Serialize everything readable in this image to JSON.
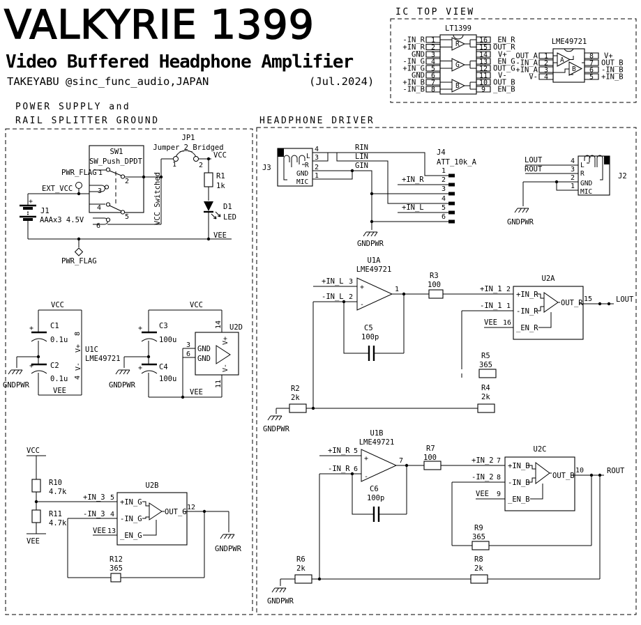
{
  "title": {
    "main": "VALKYRIE 1399",
    "subtitle": "Video Buffered Headphone Amplifier",
    "author": "TAKEYABU @sinc_func_audio,JAPAN",
    "date": "(Jul.2024)"
  },
  "headers": {
    "ic_top_view": "IC TOP VIEW",
    "power_line1": "POWER SUPPLY and",
    "power_line2": "RAIL SPLITTER GROUND",
    "driver": "HEADPHONE DRIVER"
  },
  "lt1399": {
    "ref": "LT1399",
    "left": [
      {
        "n": "1",
        "l": "-IN_R"
      },
      {
        "n": "2",
        "l": "+IN_R"
      },
      {
        "n": "3",
        "l": "GND"
      },
      {
        "n": "4",
        "l": "-IN_G"
      },
      {
        "n": "5",
        "l": "+IN_G"
      },
      {
        "n": "6",
        "l": "GND"
      },
      {
        "n": "7",
        "l": "+IN_B"
      },
      {
        "n": "8",
        "l": "-IN_B"
      }
    ],
    "right": [
      {
        "n": "16",
        "l": "_EN_R"
      },
      {
        "n": "15",
        "l": "OUT_R"
      },
      {
        "n": "14",
        "l": "V+"
      },
      {
        "n": "13",
        "l": "_EN_G"
      },
      {
        "n": "12",
        "l": "OUT_G"
      },
      {
        "n": "11",
        "l": "V-"
      },
      {
        "n": "10",
        "l": "OUT_B"
      },
      {
        "n": "9",
        "l": "_EN_B"
      }
    ],
    "amps": [
      "R",
      "G",
      "B"
    ]
  },
  "lme49721": {
    "ref": "LME49721",
    "left": [
      {
        "n": "1",
        "l": "OUT_A"
      },
      {
        "n": "2",
        "l": "-IN_A"
      },
      {
        "n": "3",
        "l": "+IN_A"
      },
      {
        "n": "4",
        "l": "V-"
      }
    ],
    "right": [
      {
        "n": "8",
        "l": "V+"
      },
      {
        "n": "7",
        "l": "OUT_B"
      },
      {
        "n": "6",
        "l": "-IN_B"
      },
      {
        "n": "5",
        "l": "+IN_B"
      }
    ],
    "amps": [
      "A",
      "B"
    ]
  },
  "power": {
    "pwr_flag_top": "PWR_FLAG",
    "pwr_flag_bottom": "PWR_FLAG",
    "ext_vcc": "EXT_VCC",
    "j1_ref": "J1",
    "j1_val": "AAAx3 4.5V",
    "plus": "+",
    "sw_ref": "SW1",
    "sw_val": "SW_Push_DPDT",
    "sw_pins": [
      "1",
      "2",
      "3",
      "4",
      "5",
      "6"
    ],
    "jp_ref": "JP1",
    "jp_val": "Jumper_2_Bridged",
    "jp_pins": [
      "1",
      "2"
    ],
    "vcc": "VCC",
    "vee": "VEE",
    "vcc_switched": "VCC_Switched",
    "r1_ref": "R1",
    "r1_val": "1k",
    "d1_ref": "D1",
    "d1_val": "LED"
  },
  "splitter": {
    "vcc_l": "VCC",
    "vcc_r": "VCC",
    "vee_l": "VEE",
    "vee_r": "VEE",
    "c1_ref": "C1",
    "c1_val": "0.1u",
    "c2_ref": "C2",
    "c2_val": "0.1u",
    "c3_ref": "C3",
    "c3_val": "100u",
    "c4_ref": "C4",
    "c4_val": "100u",
    "plus1": "+",
    "plus2": "+",
    "plus3": "+",
    "plus4": "+",
    "gnd_l": "GNDPWR",
    "gnd_r": "GNDPWR",
    "u1c_ref": "U1C",
    "u1c_val": "LME49721",
    "u1c_num_vp": "8",
    "u1c_pin_vp": "V+",
    "u1c_pin_vm": "V-",
    "u1c_num_vm": "4",
    "u2d_ref": "U2D",
    "u2d_n3": "3",
    "u2d_gnd1": "GND",
    "u2d_n6": "6",
    "u2d_gnd2": "GND",
    "u2d_n14": "14",
    "u2d_vp": "V+",
    "u2d_vm": "V-",
    "u2d_n11": "11"
  },
  "u2b": {
    "vcc": "VCC",
    "vee": "VEE",
    "r10_ref": "R10",
    "r10_val": "4.7k",
    "r11_ref": "R11",
    "r11_val": "4.7k",
    "ref": "U2B",
    "in_p": "+IN_3",
    "n5": "5",
    "in_m": "-IN_3",
    "n4": "4",
    "vee_pin": "VEE",
    "n13": "13",
    "pin_p": "+IN_G",
    "pin_m": "-IN_G",
    "pin_en": "_EN_G",
    "pin_out": "OUT_G",
    "n12": "12",
    "r12_ref": "R12",
    "r12_val": "365",
    "gnd": "GNDPWR"
  },
  "driver": {
    "j3": {
      "ref": "J3",
      "p4": "4",
      "p3": "3",
      "p2": "2",
      "p1": "1",
      "l": "L",
      "r": "R",
      "gnd": "GND",
      "mic": "MIC"
    },
    "j2": {
      "ref": "J2",
      "p4": "4",
      "p3": "3",
      "p2": "2",
      "p1": "1",
      "l": "L",
      "r": "R",
      "gnd": "GND",
      "mic": "MIC"
    },
    "j4": {
      "ref": "J4",
      "val": "ATT_10k_A",
      "pins": [
        "1",
        "2",
        "3",
        "4",
        "5",
        "6"
      ]
    },
    "nets": {
      "rin": "RIN",
      "lin": "LIN",
      "gin": "GIN",
      "inr": "+IN_R",
      "inl": "+IN_L",
      "lout": "LOUT",
      "rout": "ROUT",
      "lout2": "LOUT",
      "rout2": "ROUT"
    },
    "gnd_j4": "GNDPWR",
    "gnd_j2": "GNDPWR",
    "gnd_r2": "GNDPWR",
    "gnd_r6": "GNDPWR",
    "u1a": {
      "ref": "U1A",
      "val": "LME49721",
      "in_p": "+IN_L",
      "n3": "3",
      "in_m": "-IN_L",
      "n2": "2",
      "n1": "1",
      "plus": "+",
      "minus": "-"
    },
    "u1b": {
      "ref": "U1B",
      "val": "LME49721",
      "in_p": "+IN_R",
      "n5": "5",
      "in_m": "-IN_R",
      "n6": "6",
      "n7": "7",
      "plus": "+",
      "minus": "-"
    },
    "u2a": {
      "ref": "U2A",
      "in_p": "+IN_1",
      "n2": "2",
      "in_m": "-IN_1",
      "n1": "1",
      "vee": "VEE",
      "n16": "16",
      "pin_p": "+IN_R",
      "pin_m": "-IN_R",
      "pin_en": "_EN_R",
      "pin_out": "OUT_R",
      "n15": "15"
    },
    "u2c": {
      "ref": "U2C",
      "in_p": "+IN_2",
      "n7": "7",
      "in_m": "-IN_2",
      "n8": "8",
      "vee": "VEE",
      "n9": "9",
      "pin_p": "+IN_B",
      "pin_m": "-IN_B",
      "pin_en": "_EN_B",
      "pin_out": "OUT_B",
      "n10": "10"
    },
    "r2": {
      "ref": "R2",
      "val": "2k"
    },
    "r3": {
      "ref": "R3",
      "val": "100"
    },
    "r4": {
      "ref": "R4",
      "val": "2k"
    },
    "r5": {
      "ref": "R5",
      "val": "365"
    },
    "r6": {
      "ref": "R6",
      "val": "2k"
    },
    "r7": {
      "ref": "R7",
      "val": "100"
    },
    "r8": {
      "ref": "R8",
      "val": "2k"
    },
    "r9": {
      "ref": "R9",
      "val": "365"
    },
    "c5": {
      "ref": "C5",
      "val": "100p"
    },
    "c6": {
      "ref": "C6",
      "val": "100p"
    }
  }
}
